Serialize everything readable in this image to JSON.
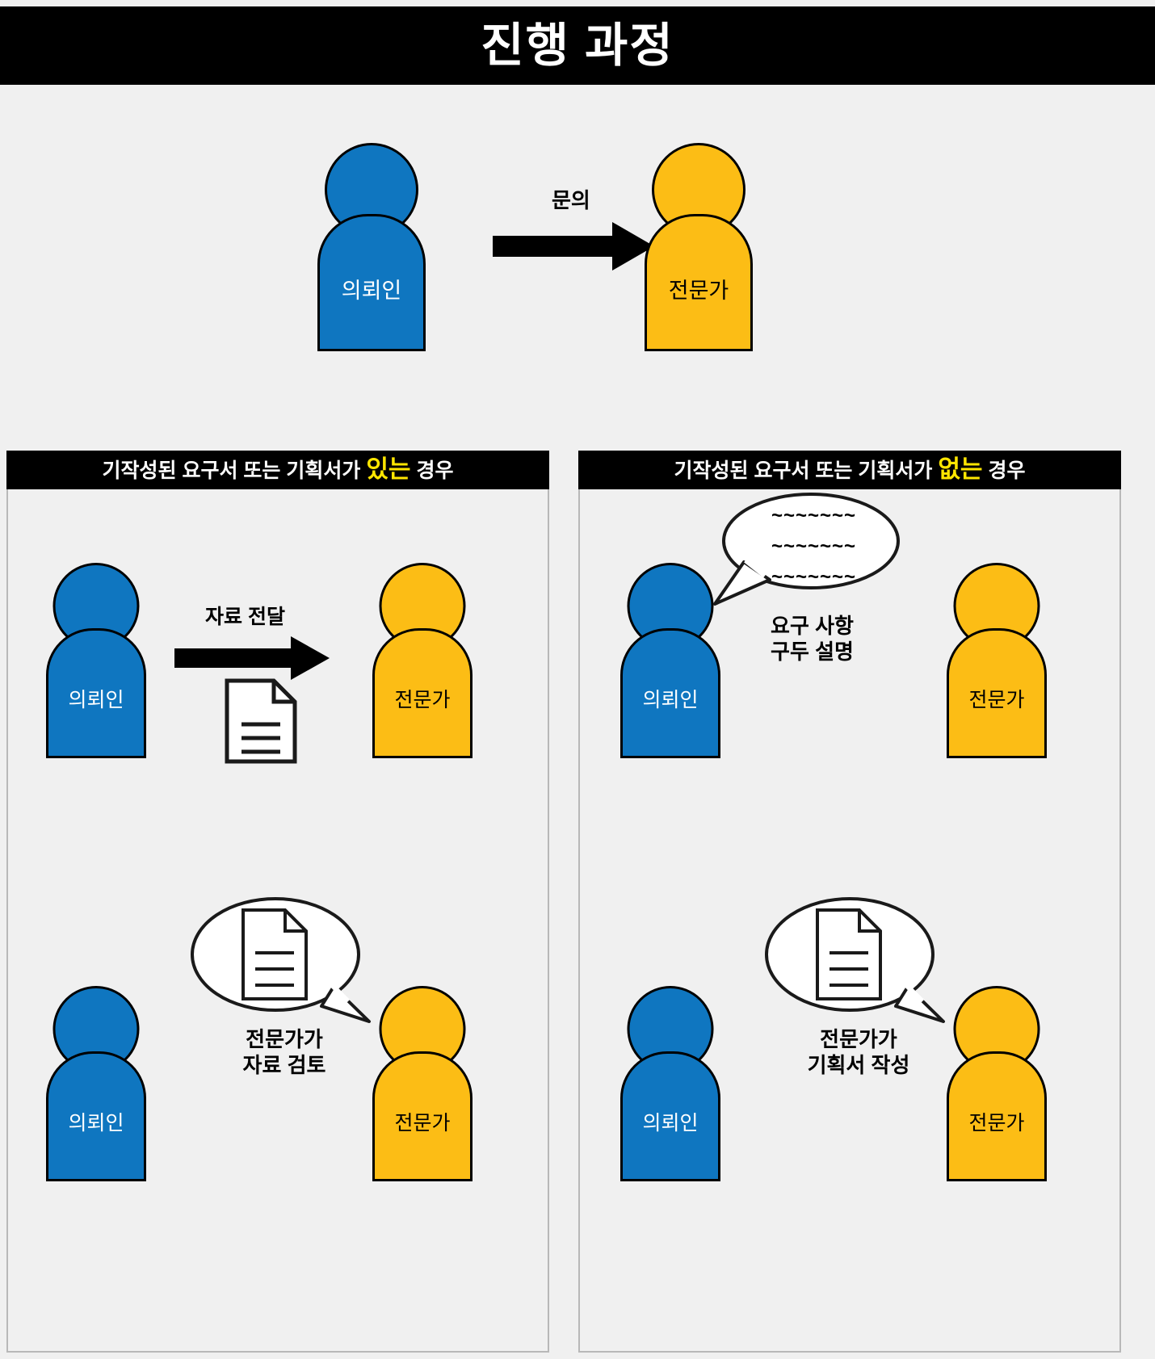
{
  "title": "진행 과정",
  "roles": {
    "client": "의뢰인",
    "expert": "전문가"
  },
  "colors": {
    "client_fill": "#0f76c0",
    "expert_fill": "#fcbd15",
    "banner_bg": "#000000",
    "banner_text": "#ffffff",
    "highlight": "#ffe600",
    "page_bg": "#f0f0f0",
    "outline": "#000000"
  },
  "intro": {
    "client_label": "의뢰인",
    "expert_label": "전문가",
    "arrow_label": "문의"
  },
  "panels": [
    {
      "id": "with-document",
      "header_prefix": "기작성된 요구서 또는 기획서가",
      "header_highlight": "있는",
      "header_suffix": "경우",
      "rows": [
        {
          "id": "deliver-materials",
          "client_label": "의뢰인",
          "expert_label": "전문가",
          "arrow_label": "자료 전달",
          "document_icon": "document-icon"
        },
        {
          "id": "expert-reviews",
          "client_label": "의뢰인",
          "expert_label": "전문가",
          "bubble_content": "document-icon",
          "caption": "전문가가\n자료 검토"
        }
      ]
    },
    {
      "id": "without-document",
      "header_prefix": "기작성된 요구서 또는 기획서가",
      "header_highlight": "없는",
      "header_suffix": "경우",
      "rows": [
        {
          "id": "verbal-explanation",
          "client_label": "의뢰인",
          "expert_label": "전문가",
          "bubble_content": "squiggle-lines",
          "bubble_lines": [
            "~~~~~~~",
            "~~~~~~~",
            "~~~~~~~"
          ],
          "caption": "요구 사항\n구두 설명"
        },
        {
          "id": "expert-writes-plan",
          "client_label": "의뢰인",
          "expert_label": "전문가",
          "bubble_content": "document-icon",
          "caption": "전문가가\n기획서 작성"
        }
      ]
    }
  ]
}
